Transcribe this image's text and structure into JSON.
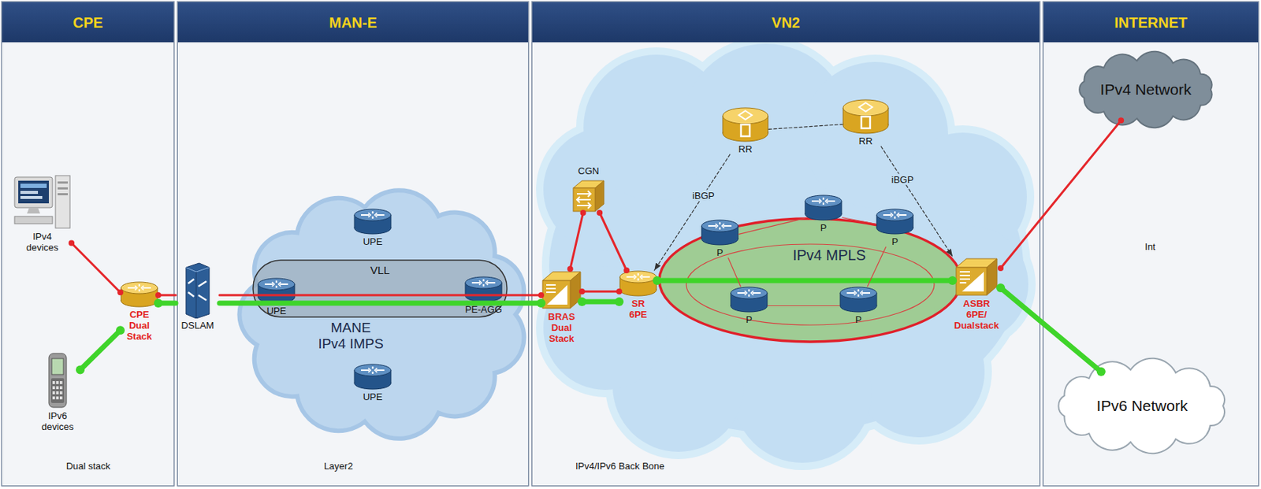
{
  "diagram": {
    "nodes": [
      {
        "text": [
          "CPE",
          "Dual stack"
        ]
      },
      {
        "text": [
          "MAN-E",
          "Layer2"
        ]
      },
      {
        "text": [
          "VN2",
          "IPv4/IPv6 Back Bone"
        ]
      },
      {
        "text": [
          "INTERNET"
        ]
      },
      {
        "text": [
          "IPv4 devices"
        ],
        "in": 0
      },
      {
        "text": [
          "IPv6 devices"
        ],
        "in": 0
      },
      {
        "text": [
          "CPE Dual Stack"
        ],
        "in": 0
      },
      {
        "text": [
          "DSLAM"
        ],
        "in": 1
      },
      {
        "text": [
          "MANE IPv4 IMPS"
        ],
        "in": 1
      },
      {
        "text": [
          "UPE"
        ],
        "in": 8
      },
      {
        "text": [
          "VLL"
        ],
        "in": 8
      },
      {
        "text": [
          "UPE"
        ],
        "in": 8
      },
      {
        "text": [
          "PE-AGG"
        ],
        "in": 8
      },
      {
        "text": [
          "UPE"
        ],
        "in": 8
      },
      {
        "text": [
          "CGN"
        ],
        "in": 2
      },
      {
        "text": [
          "BRAS Dual Stack"
        ],
        "in": 2
      },
      {
        "text": [
          "SR 6PE"
        ],
        "in": 2
      },
      {
        "text": [
          "RR"
        ],
        "in": 2
      },
      {
        "text": [
          "RR"
        ],
        "in": 2
      },
      {
        "text": [
          "IPv4 MPLS"
        ],
        "in": 2
      },
      {
        "text": [
          "P"
        ],
        "in": 19
      },
      {
        "text": [
          "P"
        ],
        "in": 19
      },
      {
        "text": [
          "P"
        ],
        "in": 19
      },
      {
        "text": [
          "P"
        ],
        "in": 19
      },
      {
        "text": [
          "P"
        ],
        "in": 19
      },
      {
        "text": [
          "ASBR 6PE/ Dualstack"
        ],
        "in": 2
      },
      {
        "text": [
          "IPv4 Network"
        ],
        "in": 3
      },
      {
        "text": [
          "IPv6 Network"
        ],
        "in": 3
      }
    ],
    "edges": [
      {
        "from": 4,
        "to": 6,
        "arrow": "none"
      },
      {
        "from": 5,
        "to": 6,
        "arrow": "none"
      },
      {
        "from": 6,
        "to": 7,
        "arrow": "none"
      },
      {
        "from": 6,
        "to": 7,
        "arrow": "none"
      },
      {
        "from": 7,
        "to": 15,
        "arrow": "none"
      },
      {
        "from": 7,
        "to": 15,
        "arrow": "none"
      },
      {
        "from": 15,
        "to": 16,
        "arrow": "none"
      },
      {
        "from": 15,
        "to": 16,
        "arrow": "none"
      },
      {
        "from": 15,
        "to": 14,
        "arrow": "none"
      },
      {
        "from": 14,
        "to": 16,
        "arrow": "none"
      },
      {
        "from": 17,
        "to": 18,
        "arrow": "none"
      },
      {
        "from": 17,
        "to": 16,
        "label": "iBGP",
        "arrow": "to"
      },
      {
        "from": 18,
        "to": 25,
        "label": "iBGP",
        "arrow": "to"
      },
      {
        "from": 16,
        "to": 25,
        "arrow": "none"
      },
      {
        "from": 20,
        "to": 21,
        "arrow": "none"
      },
      {
        "from": 21,
        "to": 22,
        "arrow": "none"
      },
      {
        "from": 20,
        "to": 23,
        "arrow": "none"
      },
      {
        "from": 23,
        "to": 24,
        "arrow": "none"
      },
      {
        "from": 22,
        "to": 24,
        "arrow": "none"
      },
      {
        "from": 25,
        "to": 26,
        "arrow": "none"
      },
      {
        "from": 25,
        "to": 27,
        "arrow": "none"
      }
    ],
    "labels": [
      "Int"
    ]
  }
}
